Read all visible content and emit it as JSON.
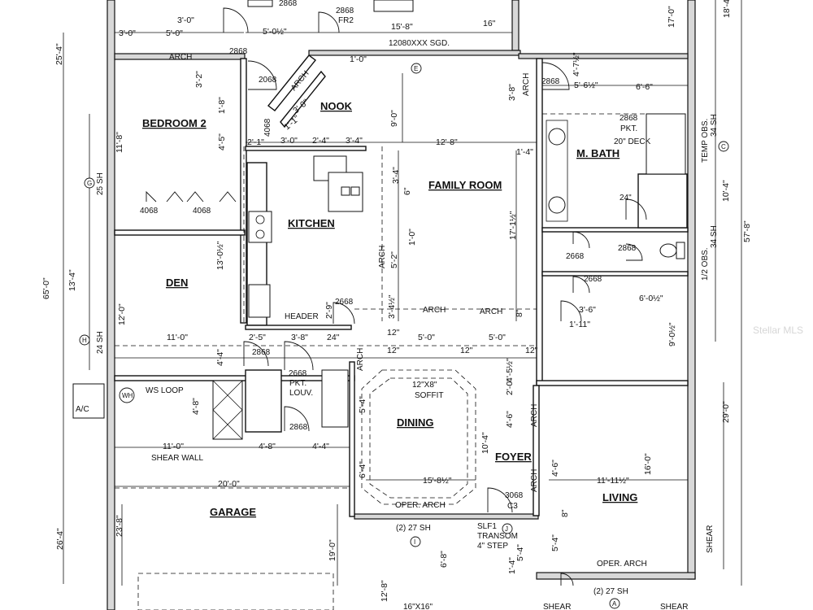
{
  "rooms": {
    "bedroom2": "BEDROOM 2",
    "nook": "NOOK",
    "family_room": "FAMILY ROOM",
    "kitchen": "KITCHEN",
    "m_bath": "M. BATH",
    "den": "DEN",
    "dining": "DINING",
    "foyer": "FOYER",
    "garage": "GARAGE",
    "living": "LIVING"
  },
  "labels": {
    "sgd": "12080XXX SGD.",
    "fr2": "FR2",
    "arch_bed": "ARCH",
    "arch_nook": "ARCH",
    "door_2868_a": "2868",
    "door_2868_b": "2868",
    "door_2868_c": "2868",
    "door_2868_d": "2868",
    "door_2868_e": "2868",
    "door_2868_f": "2868",
    "door_2868_g": "2868",
    "door_2868_h": "2868",
    "door_2868_i": "2868",
    "door_2068": "2068",
    "door_4068_v": "4068",
    "door_4068_a": "4068",
    "door_4068_b": "4068",
    "pkt": "PKT.",
    "deck": "20\" DECK",
    "temp_obs": "TEMP OBS.",
    "obs_half": "1/2 OBS.",
    "sh_34a": "34 SH",
    "sh_34b": "34 SH",
    "sh_25": "25 SH",
    "sh_24": "24 SH",
    "sh_27a": "(2) 27 SH",
    "sh_27b": "(2) 27 SH",
    "header": "HEADER",
    "arch_k1": "ARCH",
    "arch_k2": "ARCH",
    "arch_fam": "ARCH",
    "arch_fam2": "ARCH",
    "arch_d1": "ARCH",
    "arch_f1": "ARCH",
    "arch_f2": "ARCH",
    "arch_mb": "ARCH",
    "pkt_louv": "2668",
    "pkt2": "PKT.",
    "louv": "LOUV.",
    "ws_loop": "WS LOOP",
    "wh": "WH",
    "ac": "A/C",
    "soffit_size": "12\"X8\"",
    "soffit": "SOFFIT",
    "shear_wall": "SHEAR WALL",
    "oper_arch_d": "OPER. ARCH",
    "oper_arch_l": "OPER. ARCH",
    "door_3068": "3068",
    "c3": "C3",
    "slf1": "SLF1",
    "transom": "TRANSOM",
    "step": "4\" STEP",
    "shear_r": "SHEAR",
    "shear_b1": "SHEAR",
    "shear_b2": "SHEAR",
    "size_16": "16\"X16\"",
    "d2668": "2668",
    "d2668b": "2668",
    "d2668c": "2668",
    "d2668d": "2668",
    "d2668e": "2668",
    "in24": "24\"",
    "watermark": "Stellar MLS"
  },
  "dims": {
    "d_3_0": "3'-0\"",
    "d_3_0b": "3'-0\"",
    "d_5_0": "5'-0\"",
    "d_5_0half": "5'-0½\"",
    "d_15_8": "15'-8\"",
    "d_16in": "16\"",
    "d_3_2": "3'-2\"",
    "d_1_8": "1'-8\"",
    "d_4_5": "4'-5\"",
    "d_1_0": "1'-0\"",
    "d_3_0c": "3'-0\"",
    "d_1_1": "1'-1\"",
    "d_9_0": "9'-0\"",
    "d_3_8": "3'-8\"",
    "d_4_7": "4'-7½\"",
    "d_5_6": "5'-6½\"",
    "d_6_6": "6'-6\"",
    "d_25_4": "25'-4\"",
    "d_11_8": "11'-8\"",
    "d_2_1": "2'-1\"",
    "d_3_0d": "3'-0\"",
    "d_2_4": "2'-4\"",
    "d_3_4": "3'-4\"",
    "d_12_8": "12'-8\"",
    "d_1_4": "1'-4\"",
    "d_17_0": "17'-0\"",
    "d_18_4": "18'-4\"",
    "d_10_4": "10'-4\"",
    "d_3_4b": "3'-4\"",
    "d_6in": "6\"",
    "d_17_1": "17'-1½\"",
    "d_1_0b": "1'-0\"",
    "d_5_2": "5'-2\"",
    "d_13_0": "13'-0½\"",
    "d_65_0": "65'-0\"",
    "d_13_4": "13'-4\"",
    "d_57_8": "57'-8\"",
    "d_12_0": "12'-0\"",
    "d_2_9": "2'-9\"",
    "d_3_4c": "3'-4½\"",
    "d_3_6": "3'-6\"",
    "d_6_0": "6'-0½\"",
    "d_1_11": "1'-11\"",
    "d_9_0b": "9'-0½\"",
    "d_8in": "8\"",
    "d_11_0": "11'-0\"",
    "d_2_5": "2'-5\"",
    "d_3_8b": "3'-8\"",
    "d_24in": "24\"",
    "d_5_0b": "5'-0\"",
    "d_5_0c": "5'-0\"",
    "d_12in_a": "12\"",
    "d_12in_b": "12\"",
    "d_12in_c": "12\"",
    "d_12in_d": "12\"",
    "d_4_4": "4'-4\"",
    "d_4_5b": "4'-5½\"",
    "d_2_0": "2'-0\"",
    "d_4_8": "4'-8\"",
    "d_5_4": "5'-4\"",
    "d_4_6": "4'-6\"",
    "d_29_0": "29'-0\"",
    "d_10_4b": "10'-4\"",
    "d_11_0b": "11'-0\"",
    "d_4_8b": "4'-8\"",
    "d_4_4b": "4'-4\"",
    "d_20_0": "20'-0\"",
    "d_6_4": "6'-4\"",
    "d_15_8b": "15'-8½\"",
    "d_16_0": "16'-0\"",
    "d_11_11": "11'-11½\"",
    "d_4_6b": "4'-6\"",
    "d_26_4": "26'-4\"",
    "d_23_8": "23'-8\"",
    "d_19_0": "19'-0\"",
    "d_6_8": "6'-8\"",
    "d_5_4b": "5'-4\"",
    "d_1_4b": "1'-4\"",
    "d_5_4c": "5'-4\"",
    "d_12_8b": "12'-8\"",
    "d_8in_b": "8\""
  },
  "markers": {
    "E": "E",
    "G": "G",
    "H": "H",
    "C": "C",
    "I": "I",
    "J": "J",
    "A": "A"
  }
}
